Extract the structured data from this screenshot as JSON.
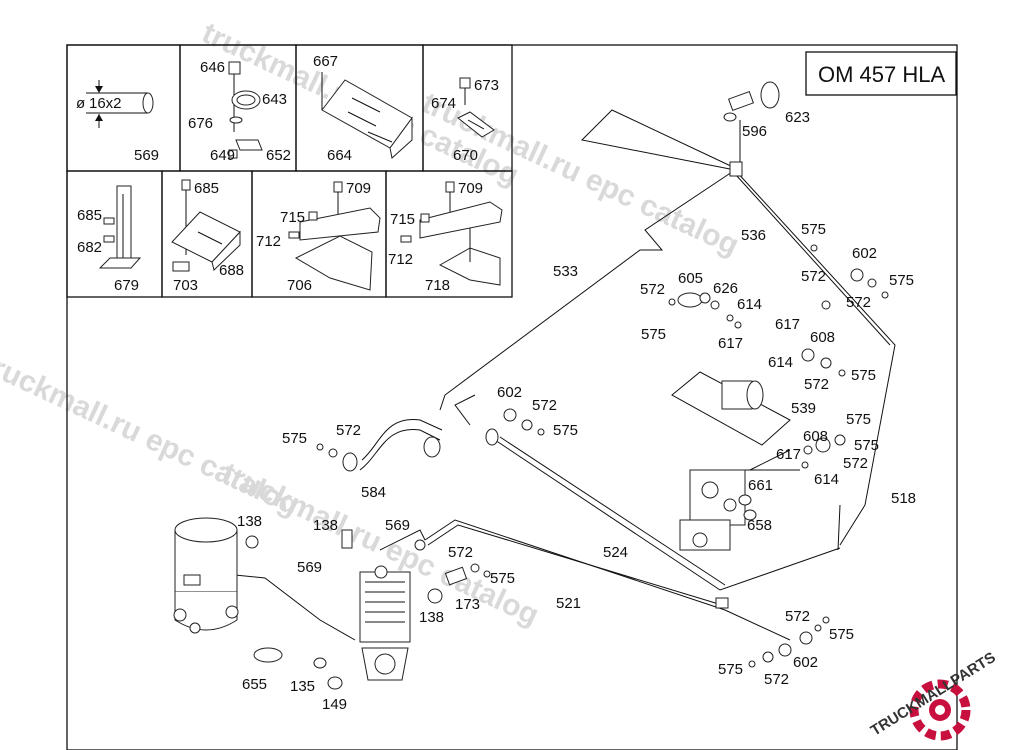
{
  "model_code": "OM 457 HLA",
  "pipe_dimension": "16x2",
  "watermarks": [
    "truckmall.ru epc catalog",
    "truckmall.ru epc catalog",
    "truckmall.ru epc catalog",
    "truckmall.ru epc catalog"
  ],
  "logo": {
    "text": "TRUCKMALLPARTS",
    "color_primary": "#c8103e",
    "color_secondary": "#333333"
  },
  "inset_labels": {
    "569": "569",
    "646": "646",
    "643": "643",
    "676": "676",
    "649": "649",
    "652": "652",
    "667": "667",
    "664": "664",
    "673": "673",
    "674": "674",
    "670": "670",
    "685": "685",
    "682": "682",
    "679": "679",
    "703": "703",
    "688": "688",
    "709": "709",
    "715": "715",
    "712": "712",
    "706": "706",
    "718": "718"
  },
  "part_labels": [
    "623",
    "596",
    "536",
    "533",
    "575",
    "602",
    "572",
    "575",
    "572",
    "575",
    "572",
    "605",
    "626",
    "614",
    "575",
    "617",
    "617",
    "608",
    "614",
    "572",
    "575",
    "539",
    "602",
    "572",
    "575",
    "575",
    "572",
    "584",
    "608",
    "617",
    "572",
    "614",
    "575",
    "661",
    "658",
    "518",
    "138",
    "138",
    "569",
    "524",
    "572",
    "575",
    "569",
    "173",
    "138",
    "521",
    "572",
    "575",
    "655",
    "135",
    "149",
    "575",
    "602",
    "572"
  ]
}
